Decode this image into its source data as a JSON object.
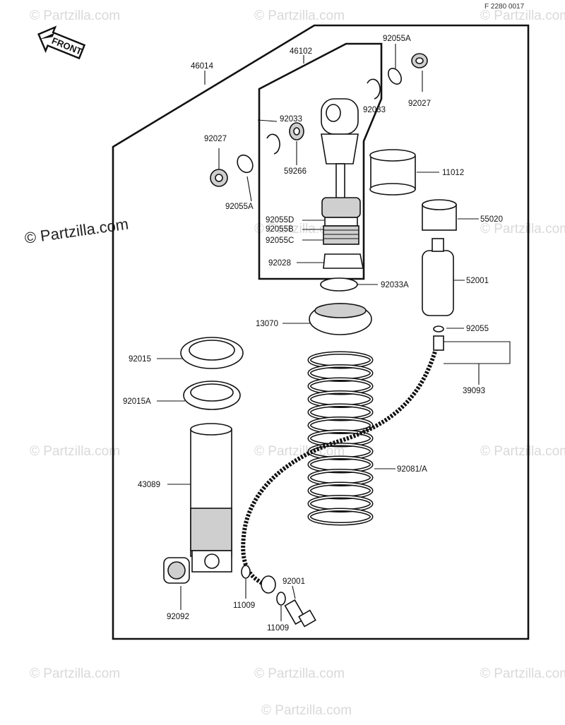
{
  "diagram_code": "F 2280 0017",
  "front_label": "FRONT",
  "watermarks": [
    "© Partzilla.com",
    "© Partzilla.com",
    "© Partzilla.com",
    "© Partzilla.com",
    "© Partzilla.com",
    "© Partzilla.com",
    "© Partzilla.com",
    "© Partzilla.com",
    "© Partzilla.com",
    "© Partzilla.com",
    "© Partzilla.com",
    "© Partzilla.com"
  ],
  "watermark_main": "© Partzilla.com",
  "labels": {
    "p46014": "46014",
    "p46102": "46102",
    "p92055A_top": "92055A",
    "p92027_top": "92027",
    "p92033_r": "92033",
    "p92033_l": "92033",
    "p92027_l": "92027",
    "p59266": "59266",
    "p92055A_l": "92055A",
    "p11012": "11012",
    "p55020": "55020",
    "p92055D": "92055D",
    "p92055B": "92055B",
    "p92055C": "92055C",
    "p92028": "92028",
    "p92033A": "92033A",
    "p52001": "52001",
    "p13070": "13070",
    "p92055": "92055",
    "p39093": "39093",
    "p92015": "92015",
    "p92015A": "92015A",
    "p92081A": "92081/A",
    "p43089": "43089",
    "p92092": "92092",
    "p11009_a": "11009",
    "p92001": "92001",
    "p11009_b": "11009"
  }
}
